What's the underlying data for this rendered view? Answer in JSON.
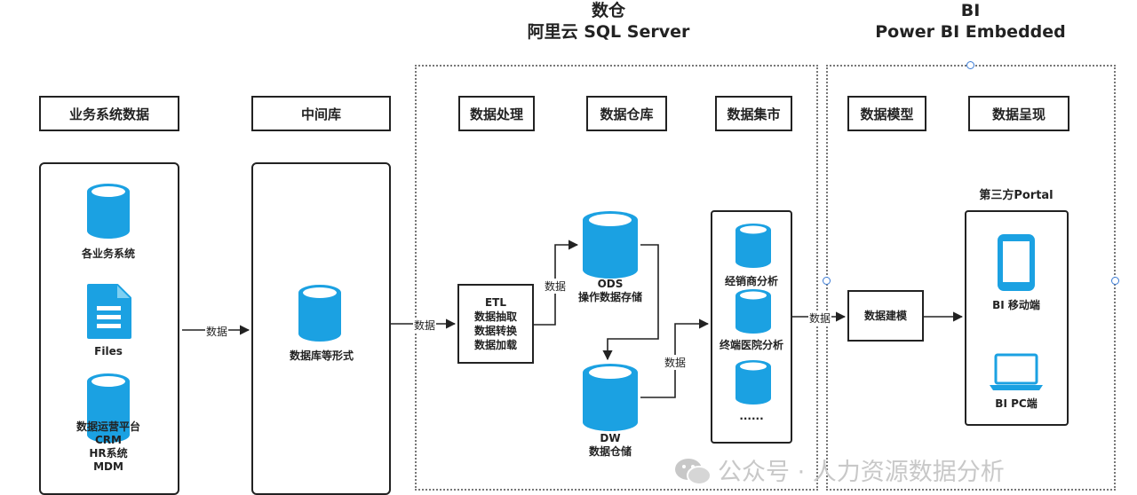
{
  "titles": {
    "dw_line1": "数仓",
    "dw_line2": "阿里云 SQL Server",
    "bi_line1": "BI",
    "bi_line2": "Power BI Embedded"
  },
  "headers": {
    "business": "业务系统数据",
    "middle": "中间库",
    "processing": "数据处理",
    "warehouse": "数据仓库",
    "mart": "数据集市",
    "model": "数据模型",
    "presentation": "数据呈现"
  },
  "business_panel": {
    "systems": "各业务系统",
    "files": "Files",
    "ops_line1": "数据运营平台",
    "ops_line2": "CRM",
    "ops_line3": "HR系统",
    "ops_line4": "MDM"
  },
  "middle_panel": {
    "db": "数据库等形式"
  },
  "etl": {
    "line1": "ETL",
    "line2": "数据抽取",
    "line3": "数据转换",
    "line4": "数据加载"
  },
  "ods": {
    "line1": "ODS",
    "line2": "操作数据存储"
  },
  "dw": {
    "line1": "DW",
    "line2": "数据仓储"
  },
  "mart_panel": {
    "item1": "经销商分析",
    "item2": "终端医院分析",
    "item3": "......"
  },
  "model_box": "数据建模",
  "portal": {
    "title": "第三方Portal",
    "mobile": "BI 移动端",
    "pc": "BI PC端"
  },
  "edge_labels": {
    "e1": "数据",
    "e2": "数据",
    "e3": "数据",
    "e4": "数据",
    "e5": "数据"
  },
  "watermark": "公众号 · 人力资源数据分析",
  "colors": {
    "cylinder": "#1ba1e2",
    "cylinder_top": "#7fd0f2",
    "device": "#1ba1e2"
  }
}
